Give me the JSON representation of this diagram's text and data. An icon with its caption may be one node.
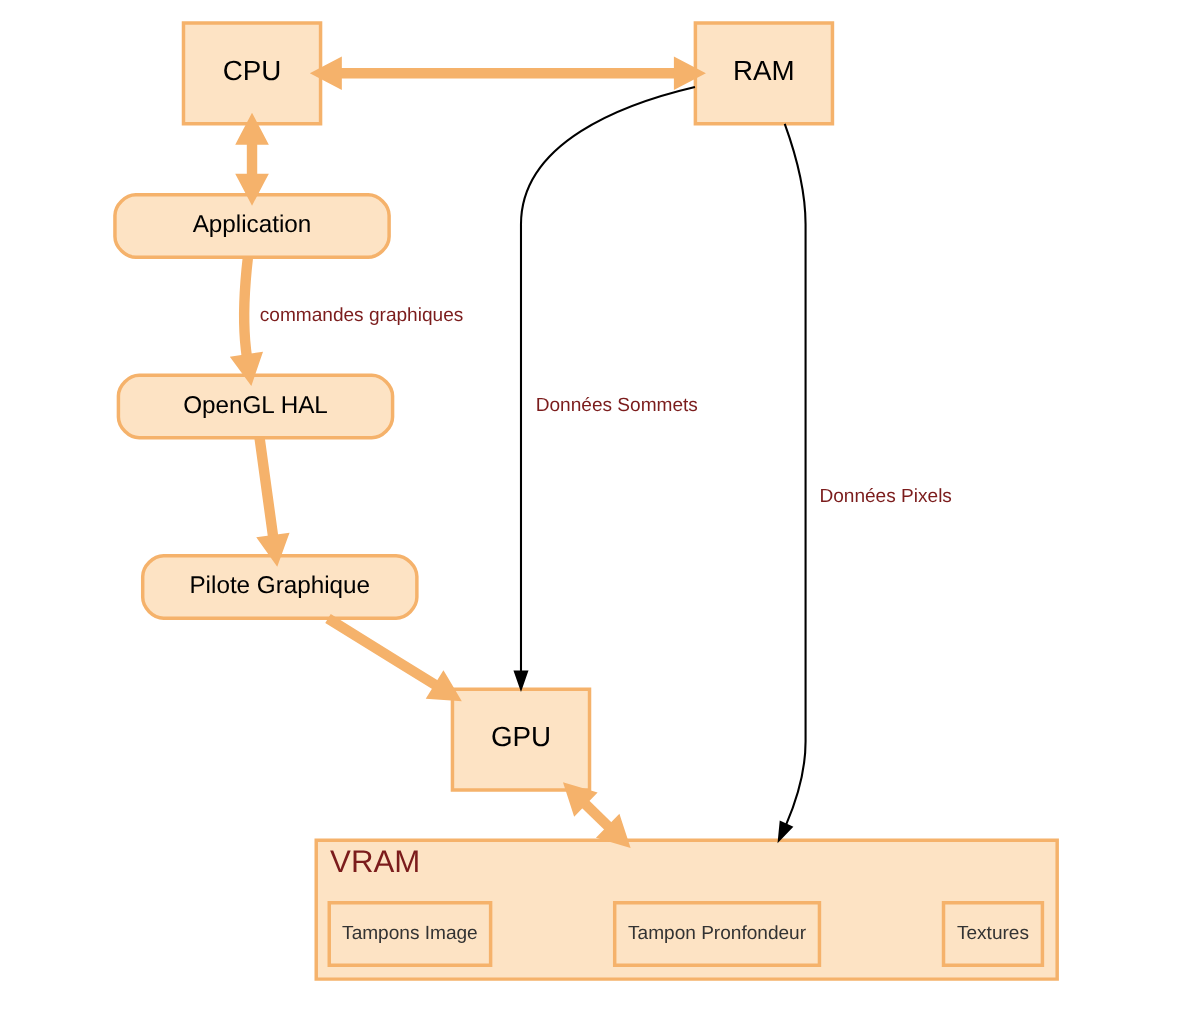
{
  "diagram": {
    "nodes": [
      {
        "text": [
          "CPU"
        ]
      },
      {
        "text": [
          "RAM"
        ]
      },
      {
        "text": [
          "Application"
        ]
      },
      {
        "text": [
          "OpenGL HAL"
        ]
      },
      {
        "text": [
          "Pilote Graphique"
        ]
      },
      {
        "text": [
          "GPU"
        ]
      },
      {
        "text": [
          "VRAM"
        ]
      },
      {
        "text": [
          "Tampons Image"
        ],
        "in": 6
      },
      {
        "text": [
          "Tampon Pronfondeur"
        ],
        "in": 6
      },
      {
        "text": [
          "Textures"
        ],
        "in": 6
      }
    ],
    "edges": [
      {
        "from": 0,
        "to": 1,
        "arrow": "both"
      },
      {
        "from": 0,
        "to": 2,
        "arrow": "both"
      },
      {
        "from": 2,
        "to": 3,
        "arrow": "to",
        "label": "commandes graphiques"
      },
      {
        "from": 3,
        "to": 4,
        "arrow": "to"
      },
      {
        "from": 4,
        "to": 5,
        "arrow": "to"
      },
      {
        "from": 5,
        "to": 6,
        "arrow": "both"
      },
      {
        "from": 1,
        "to": 5,
        "arrow": "to",
        "color": "#000000",
        "label": "Données Sommets"
      },
      {
        "from": 1,
        "to": 6,
        "arrow": "to",
        "color": "#000000",
        "label": "Données Pixels"
      }
    ]
  }
}
